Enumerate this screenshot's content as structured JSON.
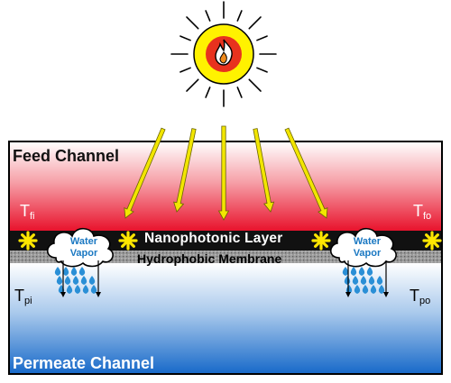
{
  "channels": {
    "feed_label": "Feed Channel",
    "permeate_label": "Permeate Channel"
  },
  "layers": {
    "nanophotonic_label": "Nanophotonic Layer",
    "membrane_label": "Hydrophobic Membrane"
  },
  "temperatures": {
    "feed_in": {
      "base": "T",
      "sub": "fi"
    },
    "feed_out": {
      "base": "T",
      "sub": "fo"
    },
    "perm_in": {
      "base": "T",
      "sub": "pi"
    },
    "perm_out": {
      "base": "T",
      "sub": "po"
    }
  },
  "vapor": {
    "left": {
      "line1": "Water",
      "line2": "Vapor"
    },
    "right": {
      "line1": "Water",
      "line2": "Vapor"
    }
  },
  "icons": {
    "sun": "sun-icon",
    "flame": "flame-icon",
    "heat_spot": "asterisk-icon",
    "droplet": "droplet-icon"
  },
  "colors": {
    "sun_fill": "#fff200",
    "flame": "#e8321e",
    "feed_hot": "#e8102a",
    "permeate_cold": "#1769c9",
    "nanophotonic": "#111111",
    "membrane": "#8c8c8c",
    "ray": "#f2e600",
    "droplet": "#2a8fd6",
    "heat_spot": "#ffe600"
  }
}
